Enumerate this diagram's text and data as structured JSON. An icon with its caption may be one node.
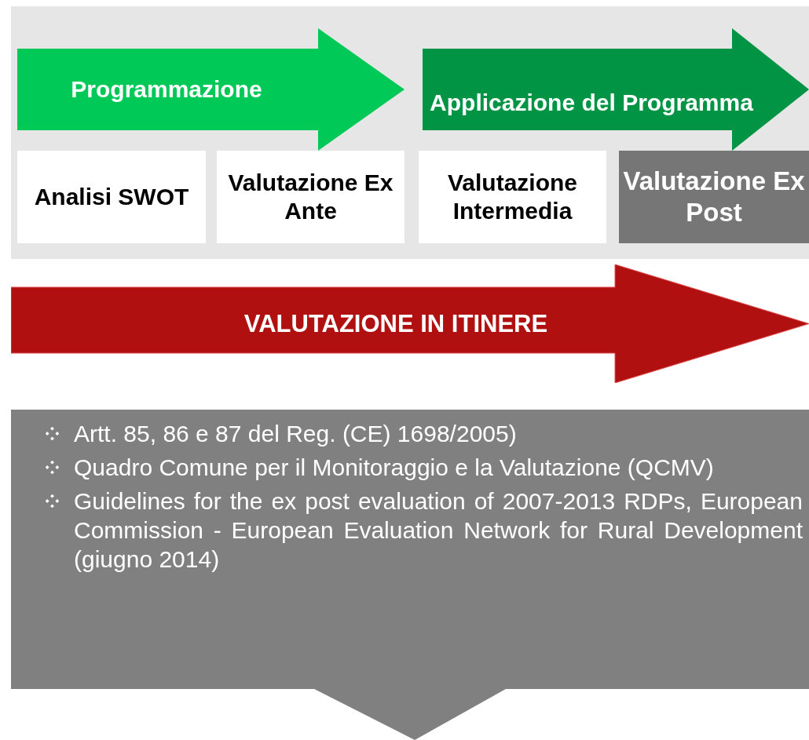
{
  "diagram": {
    "nodes": [
      {
        "text": [
          "Programmazione"
        ]
      },
      {
        "text": [
          "Applicazione del Programma"
        ]
      },
      {
        "text": [
          "Analisi SWOT"
        ]
      },
      {
        "text": [
          "Valutazione Ex Ante"
        ]
      },
      {
        "text": [
          "Valutazione Intermedia"
        ]
      },
      {
        "text": [
          "Valutazione Ex Post"
        ]
      },
      {
        "text": [
          "VALUTAZIONE IN ITINERE"
        ]
      },
      {
        "text": [
          "Artt. 85, 86 e 87 del Reg. (CE) 1698/2005)",
          "Quadro Comune per il Monitoraggio e la Valutazione (QCMV)",
          "Guidelines for the ex post evaluation of 2007-2013 RDPs, European Commission - European Evaluation Network for Rural Development (giugno 2014)"
        ]
      }
    ],
    "edges": []
  }
}
